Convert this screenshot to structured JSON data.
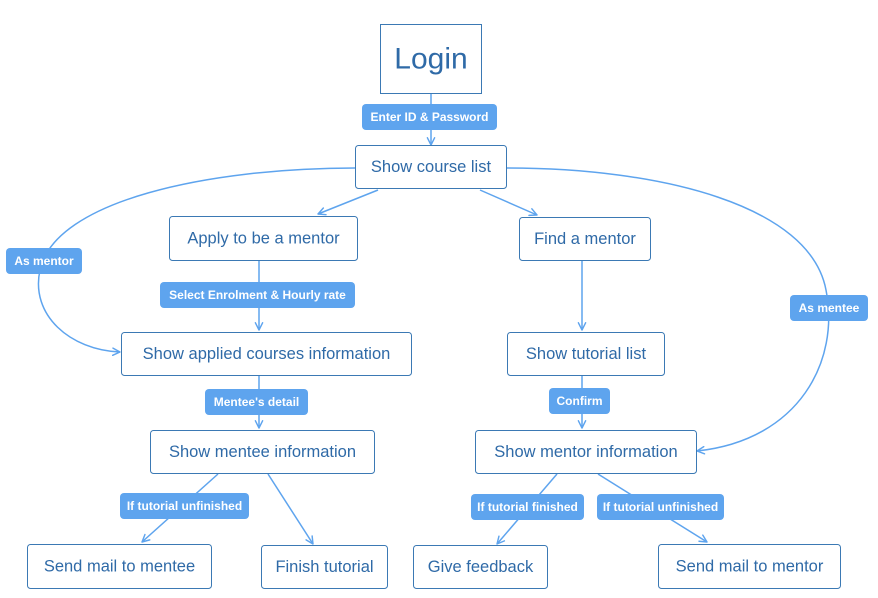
{
  "nodes": {
    "login": "Login",
    "show_course_list": "Show course list",
    "apply_mentor": "Apply to be a mentor",
    "find_mentor": "Find a mentor",
    "show_applied_courses": "Show applied courses information",
    "show_tutorial_list": "Show tutorial list",
    "show_mentee_info": "Show mentee information",
    "show_mentor_info": "Show mentor information",
    "send_mail_mentee": "Send mail to mentee",
    "finish_tutorial": "Finish tutorial",
    "give_feedback": "Give feedback",
    "send_mail_mentor": "Send mail to mentor"
  },
  "edge_labels": {
    "enter_id_password": "Enter ID & Password",
    "as_mentor": "As mentor",
    "as_mentee": "As mentee",
    "select_enrolment": "Select Enrolment & Hourly rate",
    "mentees_detail": "Mentee's detail",
    "confirm": "Confirm",
    "if_tutorial_unfinished_left": "If tutorial unfinished",
    "if_tutorial_finished": "If tutorial finished",
    "if_tutorial_unfinished_right": "If tutorial unfinished"
  },
  "colors": {
    "node_border": "#3b79b4",
    "node_text": "#2f6aa7",
    "edge": "#5ea4ee",
    "label_background": "#5ea4ee",
    "label_text": "#ffffff"
  }
}
